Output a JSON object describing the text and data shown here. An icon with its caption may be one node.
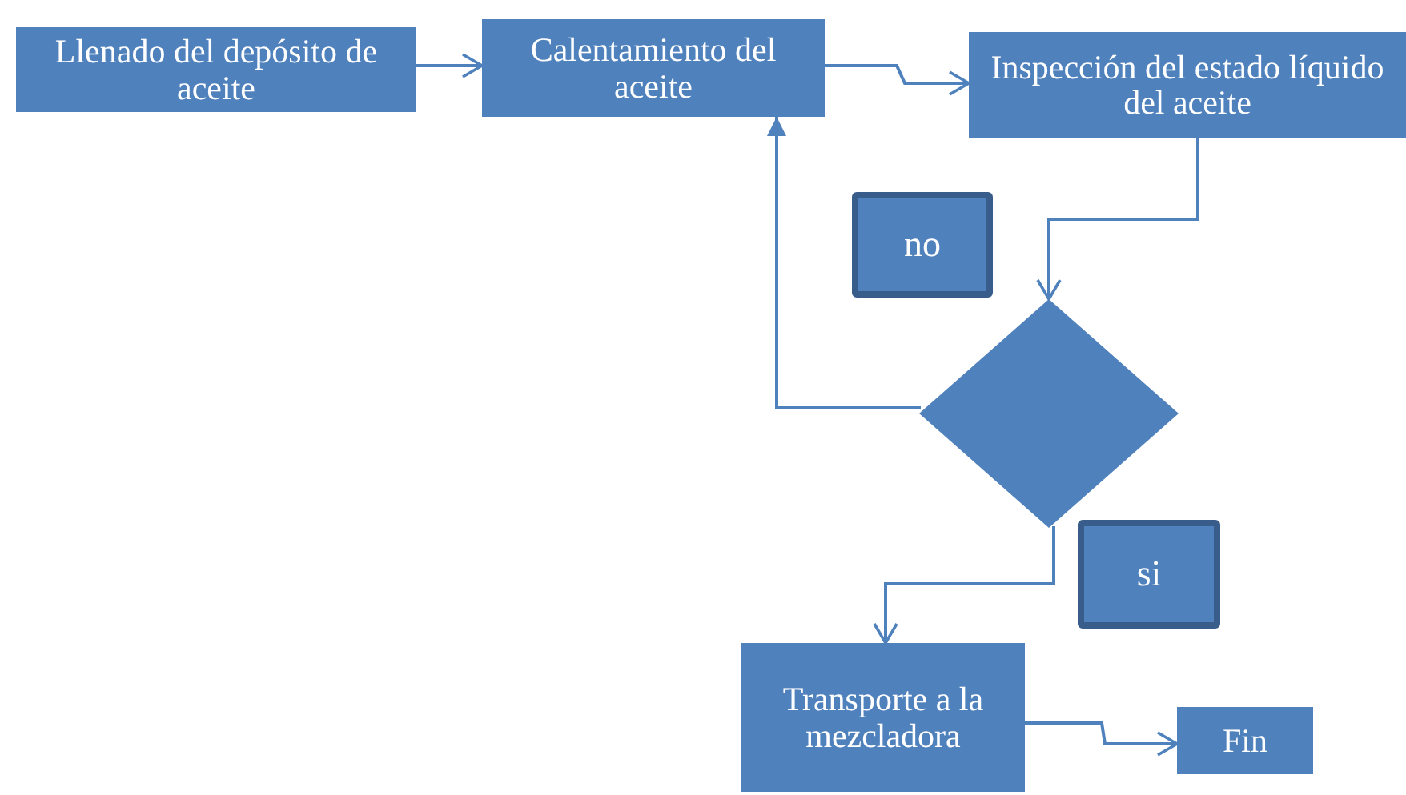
{
  "diagram": {
    "nodes": [
      {
        "text": [
          "Llenado del depósito de aceite"
        ]
      },
      {
        "text": [
          "Calentamiento del aceite"
        ]
      },
      {
        "text": [
          "Inspección del estado líquido del aceite"
        ]
      },
      {
        "text": [
          "no"
        ]
      },
      {
        "text": [],
        "shape": "diamond"
      },
      {
        "text": [
          "si"
        ]
      },
      {
        "text": [
          "Transporte a la mezcladora"
        ]
      },
      {
        "text": [
          "Fin"
        ]
      }
    ],
    "edges": [
      {
        "from": 0,
        "to": 1,
        "arrow": "to"
      },
      {
        "from": 1,
        "to": 2,
        "arrow": "to"
      },
      {
        "from": 2,
        "to": 4,
        "arrow": "to"
      },
      {
        "from": 4,
        "to": 1,
        "arrow": "to"
      },
      {
        "from": 4,
        "to": 6,
        "arrow": "to"
      },
      {
        "from": 6,
        "to": 7,
        "arrow": "to"
      }
    ]
  }
}
